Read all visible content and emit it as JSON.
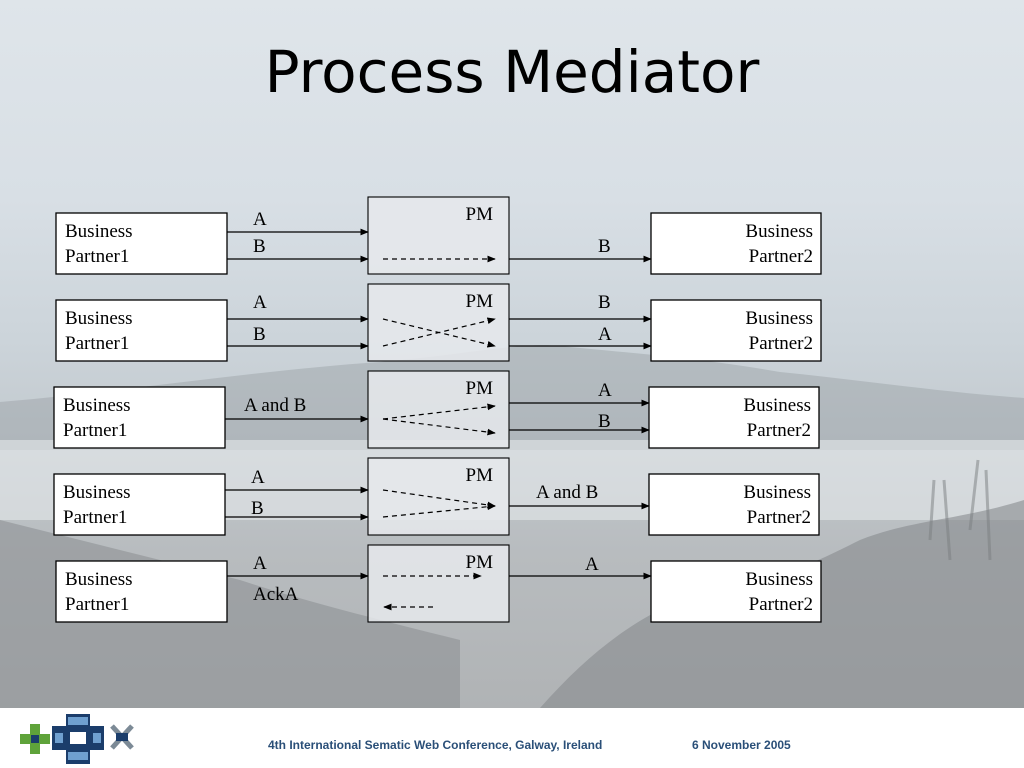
{
  "slide": {
    "title": "Process Mediator"
  },
  "mediator_label": "PM",
  "rows": [
    {
      "left_line1": "Business",
      "left_line2": "Partner1",
      "right_line1": "Business",
      "right_line2": "Partner2",
      "in_labels": [
        "A",
        "B"
      ],
      "out_labels": [
        "B"
      ]
    },
    {
      "left_line1": "Business",
      "left_line2": "Partner1",
      "right_line1": "Business",
      "right_line2": "Partner2",
      "in_labels": [
        "A",
        "B"
      ],
      "out_labels": [
        "B",
        "A"
      ]
    },
    {
      "left_line1": "Business",
      "left_line2": "Partner1",
      "right_line1": "Business",
      "right_line2": "Partner2",
      "in_labels": [
        "A and B"
      ],
      "out_labels": [
        "A",
        "B"
      ]
    },
    {
      "left_line1": "Business",
      "left_line2": "Partner1",
      "right_line1": "Business",
      "right_line2": "Partner2",
      "in_labels": [
        "A",
        "B"
      ],
      "out_labels": [
        "A and B"
      ]
    },
    {
      "left_line1": "Business",
      "left_line2": "Partner1",
      "right_line1": "Business",
      "right_line2": "Partner2",
      "in_labels": [
        "A",
        "AckA"
      ],
      "out_labels": [
        "A"
      ]
    }
  ],
  "footer": {
    "conference": "4th International Sematic Web Conference, Galway, Ireland",
    "date": "6 November 2005"
  },
  "colors": {
    "footer_text": "#2a4f78",
    "box_fill": "#ffffff",
    "stroke": "#000000"
  },
  "icons": [
    "green-cross-logo",
    "blue-cross-logo",
    "gray-x-logo"
  ]
}
